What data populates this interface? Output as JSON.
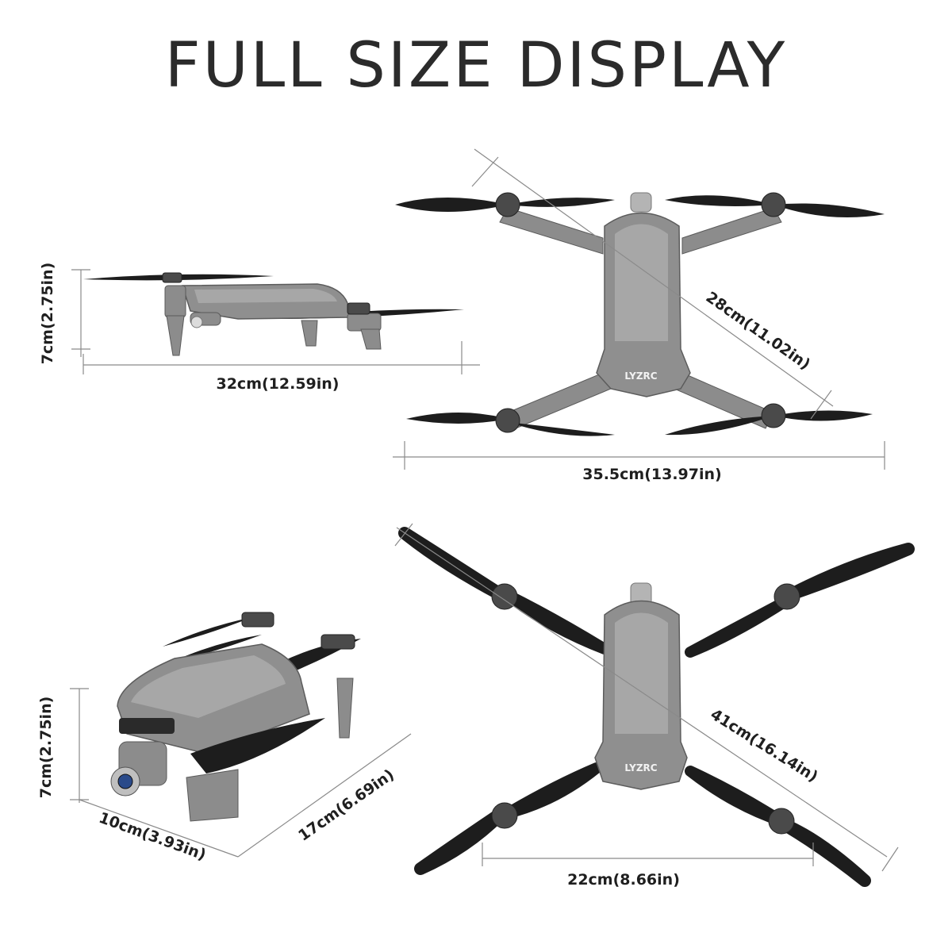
{
  "title": "FULL SIZE DISPLAY",
  "dimensions": {
    "side_height": "7cm(2.75in)",
    "side_length": "32cm(12.59in)",
    "top_folded_diagonal": "28cm(11.02in)",
    "top_folded_width": "35.5cm(13.97in)",
    "perspective_height": "7cm(2.75in)",
    "perspective_width": "10cm(3.93in)",
    "perspective_length": "17cm(6.69in)",
    "top_unfolded_diagonal": "41cm(16.14in)",
    "top_unfolded_width": "22cm(8.66in)"
  },
  "brand_logo": "LYZRC",
  "colors": {
    "title": "#2b2b2b",
    "drone_body": "#8f8f8f",
    "propeller": "#1d1d1d",
    "dimension_line": "#8a8a8a"
  }
}
